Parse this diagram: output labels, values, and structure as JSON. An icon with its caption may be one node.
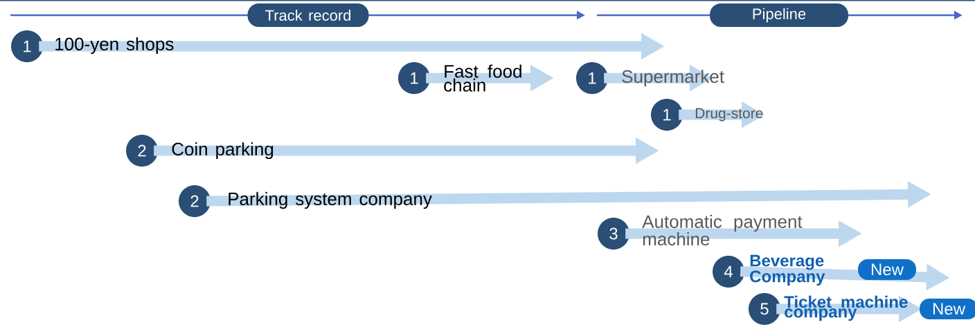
{
  "diagram": {
    "nodes": [
      {
        "text": [
          "Track record"
        ]
      },
      {
        "text": [
          "Pipeline"
        ]
      },
      {
        "text": [
          "1"
        ],
        "beside": [
          "100-yen shops"
        ]
      },
      {
        "text": [
          "1"
        ],
        "beside": [
          "Fast food chain"
        ]
      },
      {
        "text": [
          "1"
        ],
        "beside": [
          "Supermarket"
        ]
      },
      {
        "text": [
          "1"
        ],
        "beside": [
          "Drug-store"
        ]
      },
      {
        "text": [
          "2"
        ],
        "beside": [
          "Coin parking"
        ]
      },
      {
        "text": [
          "2"
        ],
        "beside": [
          "Parking system company"
        ]
      },
      {
        "text": [
          "3"
        ],
        "beside": [
          "Automatic payment machine"
        ]
      },
      {
        "text": [
          "4"
        ],
        "beside": [
          "Beverage Company"
        ]
      },
      {
        "text": [
          "5"
        ],
        "beside": [
          "Ticket machine company"
        ]
      },
      {
        "text": [
          "New"
        ]
      },
      {
        "text": [
          "New"
        ]
      }
    ],
    "edges": [
      {
        "from": 2,
        "to": null,
        "arrow": "to"
      },
      {
        "from": 3,
        "to": null,
        "arrow": "to"
      },
      {
        "from": 4,
        "to": null,
        "arrow": "to"
      },
      {
        "from": 5,
        "to": null,
        "arrow": "to"
      },
      {
        "from": 6,
        "to": null,
        "arrow": "to"
      },
      {
        "from": 7,
        "to": null,
        "arrow": "to"
      },
      {
        "from": 8,
        "to": null,
        "arrow": "to"
      },
      {
        "from": 9,
        "to": null,
        "arrow": "to"
      },
      {
        "from": 10,
        "to": 12,
        "arrow": "to"
      }
    ]
  }
}
